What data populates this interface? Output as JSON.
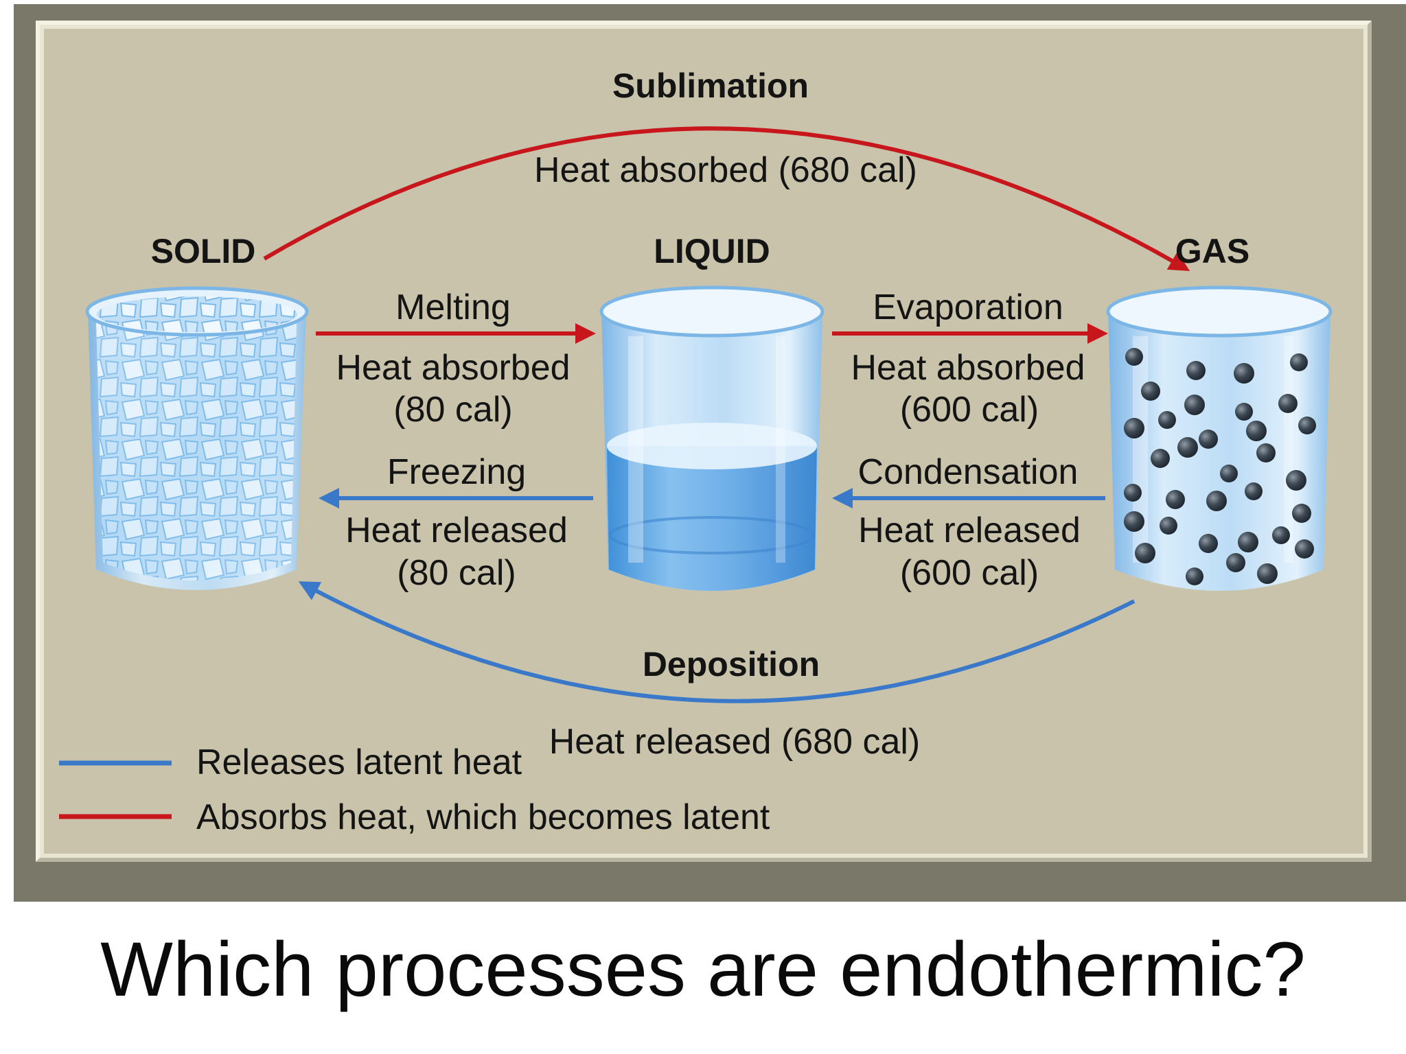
{
  "states": {
    "solid": "SOLID",
    "liquid": "LIQUID",
    "gas": "GAS"
  },
  "processes": {
    "sublimation": {
      "name": "Sublimation",
      "heat": "Heat absorbed (680 cal)"
    },
    "melting": {
      "name": "Melting",
      "heat_line1": "Heat absorbed",
      "heat_line2": "(80 cal)"
    },
    "evaporation": {
      "name": "Evaporation",
      "heat_line1": "Heat absorbed",
      "heat_line2": "(600 cal)"
    },
    "freezing": {
      "name": "Freezing",
      "heat_line1": "Heat released",
      "heat_line2": "(80 cal)"
    },
    "condensation": {
      "name": "Condensation",
      "heat_line1": "Heat released",
      "heat_line2": "(600 cal)"
    },
    "deposition": {
      "name": "Deposition",
      "heat": "Heat released (680 cal)"
    }
  },
  "legend": {
    "releases": "Releases latent heat",
    "absorbs": "Absorbs heat, which becomes latent"
  },
  "question": "Which processes are endothermic?",
  "colors": {
    "absorb_arrow": "#c8161d",
    "release_arrow": "#3a78c9",
    "panel": "#c8c3aa",
    "gas_particle": "#2f3a44"
  }
}
